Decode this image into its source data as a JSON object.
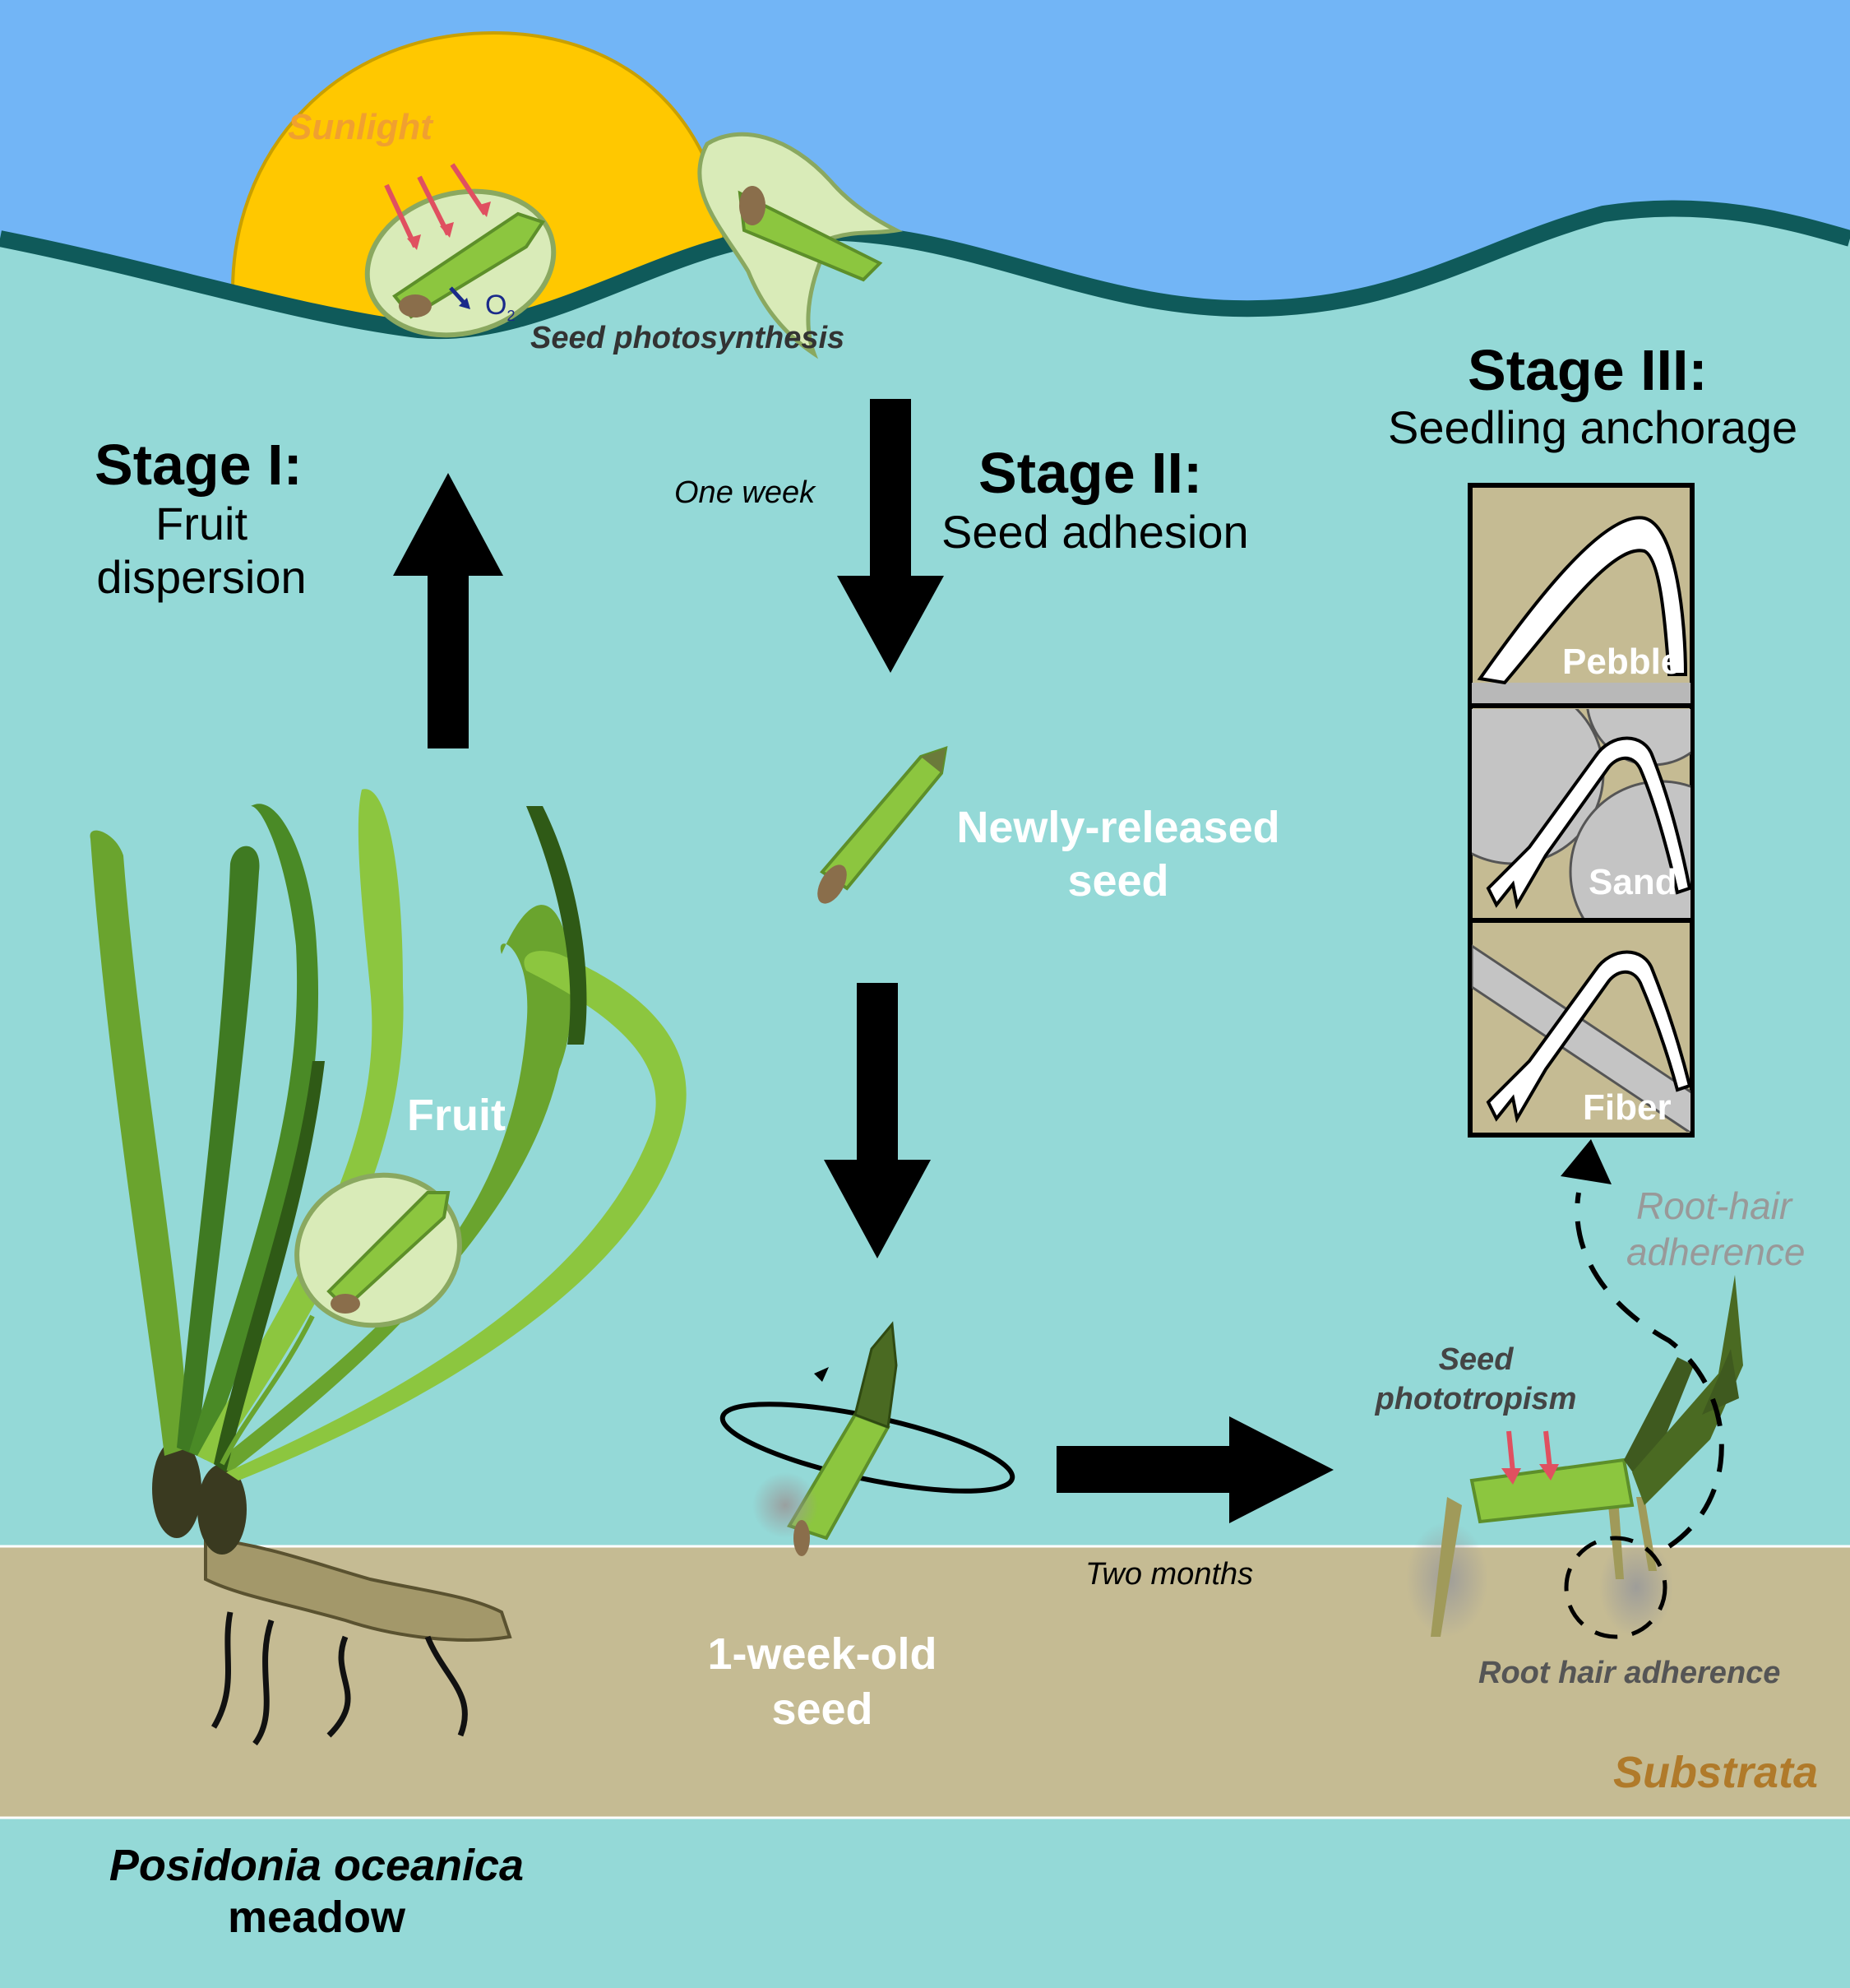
{
  "sky": {
    "sunlight_label": "Sunlight",
    "o2_label": "O",
    "o2_sub": "2",
    "photosynthesis_label": "Seed photosynthesis"
  },
  "stage1": {
    "title": "Stage I:",
    "line1": "Fruit",
    "line2": "dispersion"
  },
  "stage2": {
    "title": "Stage II:",
    "subtitle": "Seed adhesion",
    "time_label": "One week"
  },
  "stage3": {
    "title": "Stage III:",
    "subtitle": "Seedling anchorage"
  },
  "panels": {
    "pebble": "Pebble",
    "sand": "Sand",
    "fiber": "Fiber"
  },
  "labels": {
    "fruit": "Fruit",
    "new_seed_line1": "Newly-released",
    "new_seed_line2": "seed",
    "old_seed_line1": "1-week-old",
    "old_seed_line2": "seed",
    "two_months": "Two months",
    "root_hair_adherence_top_line1": "Root-hair",
    "root_hair_adherence_top_line2": "adherence",
    "seed_phototropism_line1": "Seed",
    "seed_phototropism_line2": "phototropism",
    "root_hair_adherence_bottom": "Root hair adherence",
    "substrata": "Substrata",
    "meadow_line1": "Posidonia oceanica",
    "meadow_line2": "meadow"
  },
  "colors": {
    "sky": "#72b5f6",
    "water": "#94d9d7",
    "sun": "#ffc800",
    "sediment": "#c5bb93",
    "leaf_light": "#8cc63f",
    "leaf_dark": "#4a7a28",
    "arrow": "#000000",
    "sunlight_text": "#f0a030",
    "substrata_text": "#b07a2a",
    "light_arrow": "#e05060"
  }
}
